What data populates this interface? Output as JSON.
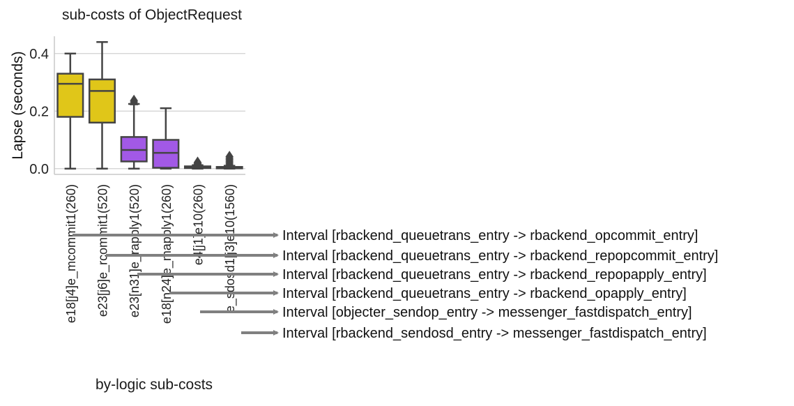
{
  "chart_data": {
    "type": "box",
    "title": "sub-costs of ObjectRequest",
    "xlabel": "by-logic sub-costs",
    "ylabel": "Lapse (seconds)",
    "ylim": [
      -0.02,
      0.46
    ],
    "yticks": [
      "0.0",
      "0.2",
      "0.4"
    ],
    "ytick_values": [
      0.0,
      0.2,
      0.4
    ],
    "grid": "horizontal",
    "categories": [
      "e18[j4]e_mcommit1(260)",
      "e23[j6]e_rcommit1(520)",
      "e23[n31]e_rapply1(520)",
      "e18[n24]e_mapply1(260)",
      "e4[j1]e10(260)",
      "e_sdosd1[j3]e10(1560)"
    ],
    "boxes": [
      {
        "whisker_low": 0.0,
        "q1": 0.18,
        "median": 0.295,
        "q3": 0.33,
        "whisker_high": 0.4,
        "outliers": [],
        "color": "#e0c619"
      },
      {
        "whisker_low": 0.0,
        "q1": 0.16,
        "median": 0.27,
        "q3": 0.31,
        "whisker_high": 0.44,
        "outliers": [],
        "color": "#e0c619"
      },
      {
        "whisker_low": 0.0,
        "q1": 0.025,
        "median": 0.065,
        "q3": 0.11,
        "whisker_high": 0.225,
        "outliers": [
          0.23,
          0.235,
          0.24,
          0.245
        ],
        "color": "#a259e6"
      },
      {
        "whisker_low": 0.0,
        "q1": 0.003,
        "median": 0.055,
        "q3": 0.1,
        "whisker_high": 0.21,
        "outliers": [],
        "color": "#a259e6"
      },
      {
        "whisker_low": 0.0,
        "q1": 0.002,
        "median": 0.005,
        "q3": 0.008,
        "whisker_high": 0.012,
        "outliers": [
          0.015,
          0.018,
          0.021,
          0.024,
          0.027,
          0.03
        ],
        "color": "#a259e6"
      },
      {
        "whisker_low": 0.0,
        "q1": 0.001,
        "median": 0.003,
        "q3": 0.006,
        "whisker_high": 0.01,
        "outliers": [
          0.015,
          0.02,
          0.025,
          0.03,
          0.035,
          0.04,
          0.045,
          0.05
        ],
        "color": "#a259e6"
      }
    ],
    "annotations": [
      "Interval [rbackend_queuetrans_entry -> rbackend_opcommit_entry]",
      "Interval [rbackend_queuetrans_entry -> rbackend_repopcommit_entry]",
      "Interval [rbackend_queuetrans_entry -> rbackend_repopapply_entry]",
      "Interval [rbackend_queuetrans_entry -> rbackend_opapply_entry]",
      "Interval [objecter_sendop_entry -> messenger_fastdispatch_entry]",
      "Interval [rbackend_sendosd_entry -> messenger_fastdispatch_entry]"
    ]
  }
}
